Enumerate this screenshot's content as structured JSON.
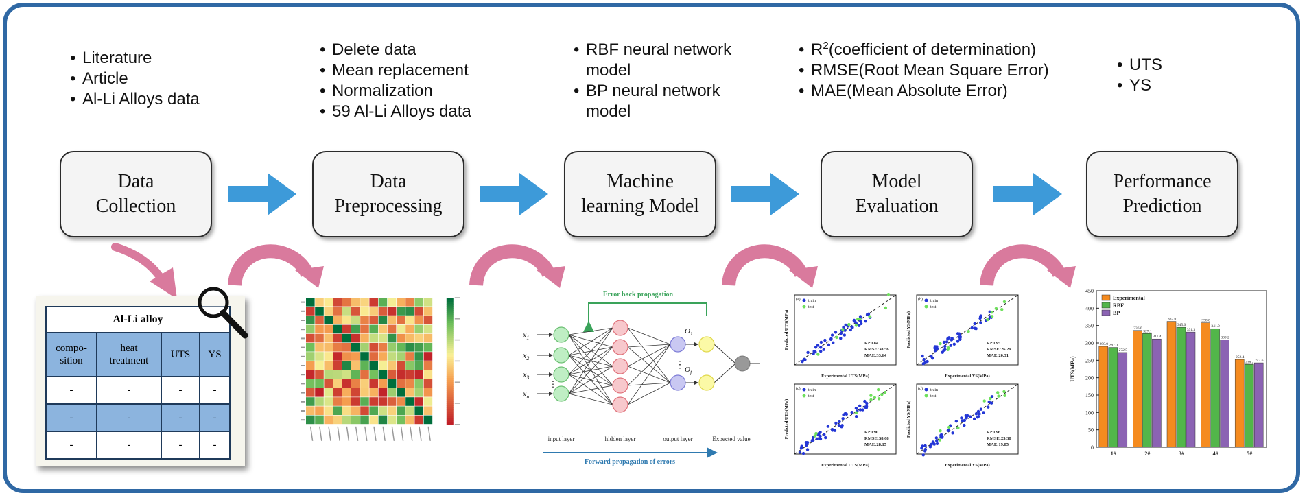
{
  "colors": {
    "frame": "#2f68a4",
    "arrow_blue": "#3d9ad9",
    "curve_pink": "#d97a9d",
    "table_blue": "#8cb4de",
    "nn_green": "#3aa35a",
    "nn_axis_blue": "#2f7ab0"
  },
  "bullets": {
    "collection": [
      "Literature",
      "Article",
      "Al-Li Alloys data"
    ],
    "preprocessing": [
      "Delete data",
      "Mean replacement",
      "Normalization",
      "59 Al-Li Alloys data"
    ],
    "model": [
      "RBF neural network model",
      "BP neural network model"
    ],
    "evaluation": {
      "r2_prefix": "R",
      "r2_sup": "2",
      "r2_rest": "(coefficient of determination)",
      "rmse": "RMSE(Root Mean Square Error)",
      "mae": "MAE(Mean Absolute Error)"
    },
    "prediction": [
      "UTS",
      "YS"
    ]
  },
  "steps": [
    {
      "line1": "Data",
      "line2": "Collection"
    },
    {
      "line1": "Data",
      "line2": "Preprocessing"
    },
    {
      "line1": "Machine",
      "line2": "learning Model"
    },
    {
      "line1": "Model",
      "line2": "Evaluation"
    },
    {
      "line1": "Performance",
      "line2": "Prediction"
    }
  ],
  "alloy_table": {
    "title": "Al-Li alloy",
    "headers": [
      [
        "compo-",
        "sition"
      ],
      [
        "heat",
        "treatment"
      ],
      [
        "UTS"
      ],
      [
        "YS"
      ]
    ],
    "rows": [
      [
        "-",
        "-",
        "-",
        "-"
      ],
      [
        "-",
        "-",
        "-",
        "-"
      ],
      [
        "-",
        "-",
        "-",
        "-"
      ]
    ]
  },
  "neural_net": {
    "top_label": "Error back propagation",
    "bottom_label": "Forward propagation of errors",
    "inputs": [
      "x1",
      "x2",
      "x3",
      "xn"
    ],
    "outputs": [
      "O1",
      "Oj"
    ],
    "layer_labels": [
      "input layer",
      "hidden layer",
      "output layer",
      "Expected value"
    ]
  },
  "eval_plots": [
    {
      "panel": "(a)",
      "legend": [
        "train",
        "test"
      ],
      "xlabel": "Experimental UTS(MPa)",
      "ylabel": "Predicted UTS(MPa)",
      "stats": [
        "R²:0.84",
        "RMSE:38.56",
        "MAE:33.64"
      ]
    },
    {
      "panel": "(b)",
      "legend": [
        "train",
        "test"
      ],
      "xlabel": "Experimental YS(MPa)",
      "ylabel": "Predicted YS(MPa)",
      "stats": [
        "R²:0.95",
        "RMSE:26.29",
        "MAE:20.31"
      ]
    },
    {
      "panel": "(c)",
      "legend": [
        "train",
        "test"
      ],
      "xlabel": "Experimental UTS(MPa)",
      "ylabel": "Predicted UTS(MPa)",
      "stats": [
        "R²:0.90",
        "RMSE:38.68",
        "MAE:28.15"
      ]
    },
    {
      "panel": "(d)",
      "legend": [
        "train",
        "test"
      ],
      "xlabel": "Experimental YS(MPa)",
      "ylabel": "Predicted YS(MPa)",
      "stats": [
        "R²:0.96",
        "RMSE:25.38",
        "MAE:19.05"
      ]
    }
  ],
  "chart_data": {
    "type": "bar",
    "categories": [
      "1#",
      "2#",
      "3#",
      "4#",
      "5#"
    ],
    "series": [
      {
        "name": "Experimental",
        "color": "#f58b1f",
        "values": [
          290.0,
          336.0,
          362.0,
          358.0,
          252.4
        ]
      },
      {
        "name": "RBF",
        "color": "#52b64a",
        "values": [
          287.0,
          327.1,
          345.0,
          341.0,
          238.2
        ]
      },
      {
        "name": "BP",
        "color": "#8b63b3",
        "values": [
          272.5,
          311.4,
          331.3,
          309.2,
          242.6
        ]
      }
    ],
    "value_labels": [
      [
        "290.0",
        "336.0",
        "362.0",
        "358.0",
        "252.4"
      ],
      [
        "287.0",
        "327.1",
        "345.0",
        "341.0",
        "238.2"
      ],
      [
        "272.5",
        "311.4",
        "331.3",
        "309.2",
        "242.6"
      ]
    ],
    "ylabel": "UTS(MPa)",
    "ylim": [
      0,
      450
    ],
    "yticks": [
      0,
      50,
      100,
      150,
      200,
      250,
      300,
      350,
      400,
      450
    ],
    "legend": "top-left"
  }
}
